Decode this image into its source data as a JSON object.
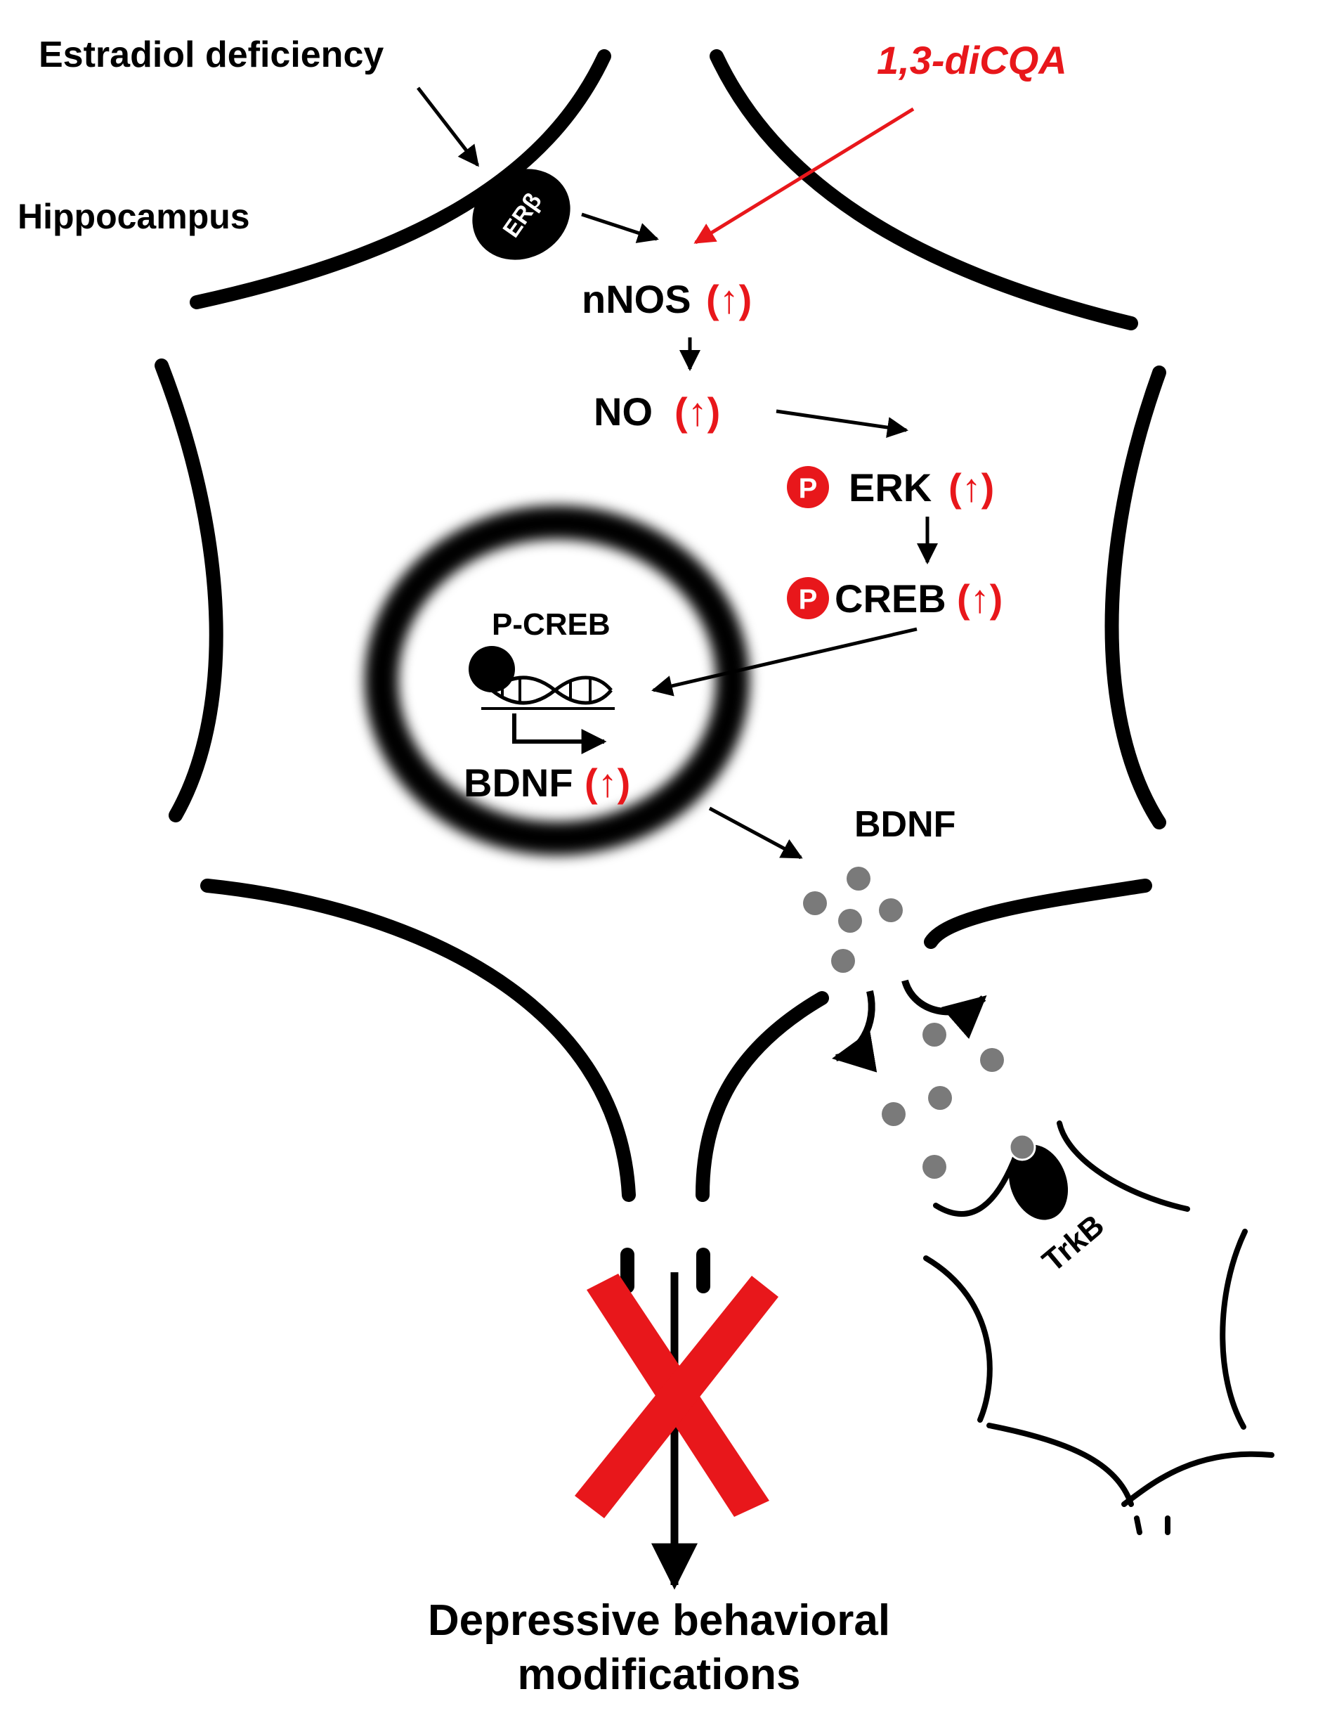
{
  "labels": {
    "estradiol": "Estradiol deficiency",
    "drug": "1,3-diCQA",
    "region": "Hippocampus",
    "receptor": "ERβ",
    "nnos": "nNOS",
    "no": "NO",
    "erk": "ERK",
    "creb": "CREB",
    "pcreb": "P-CREB",
    "bdnf_nucleus": "BDNF",
    "bdnf_released": "BDNF",
    "trkb": "TrkB",
    "phospho": "P",
    "up": "(↑)",
    "outcome_line1": "Depressive behavioral",
    "outcome_line2": "modifications"
  },
  "colors": {
    "accent": "#e8171b",
    "ink": "#000000",
    "bdnf_particle": "#7a7a7a"
  },
  "icons": {
    "blocked": "red-x-icon",
    "phosphate": "phosphate-badge-icon",
    "dna": "dna-helix-icon"
  }
}
